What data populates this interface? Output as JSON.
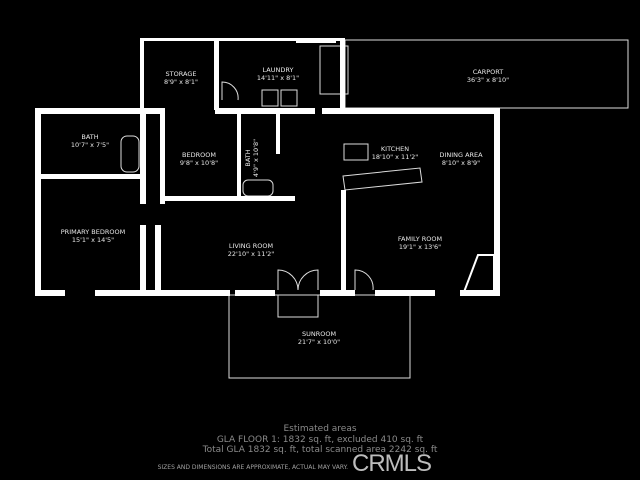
{
  "rooms": {
    "storage": {
      "name": "STORAGE",
      "size": "8'9\" x 8'1\""
    },
    "laundry": {
      "name": "LAUNDRY",
      "size": "14'11\" x 8'1\""
    },
    "carport": {
      "name": "CARPORT",
      "size": "36'3\" x 8'10\""
    },
    "bath1": {
      "name": "BATH",
      "size": "10'7\" x 7'5\""
    },
    "bedroom": {
      "name": "BEDROOM",
      "size": "9'8\" x 10'8\""
    },
    "bath2": {
      "name": "BATH",
      "size": "4'9\" x 10'8\""
    },
    "kitchen": {
      "name": "KITCHEN",
      "size": "18'10\" x 11'2\""
    },
    "dining": {
      "name": "DINING AREA",
      "size": "8'10\" x 8'9\""
    },
    "primary": {
      "name": "PRIMARY BEDROOM",
      "size": "15'1\" x 14'5\""
    },
    "living": {
      "name": "LIVING ROOM",
      "size": "22'10\" x 11'2\""
    },
    "family": {
      "name": "FAMILY ROOM",
      "size": "19'1\" x 13'6\""
    },
    "sunroom": {
      "name": "SUNROOM",
      "size": "21'7\" x 10'0\""
    }
  },
  "footer": {
    "title": "Estimated areas",
    "line1": "GLA FLOOR 1: 1832 sq. ft, excluded 410 sq. ft",
    "line2": "Total GLA 1832 sq. ft, total scanned area 2242 sq. ft",
    "disclaimer": "SIZES AND DIMENSIONS ARE APPROXIMATE, ACTUAL MAY VARY.",
    "logo": "CRMLS"
  }
}
